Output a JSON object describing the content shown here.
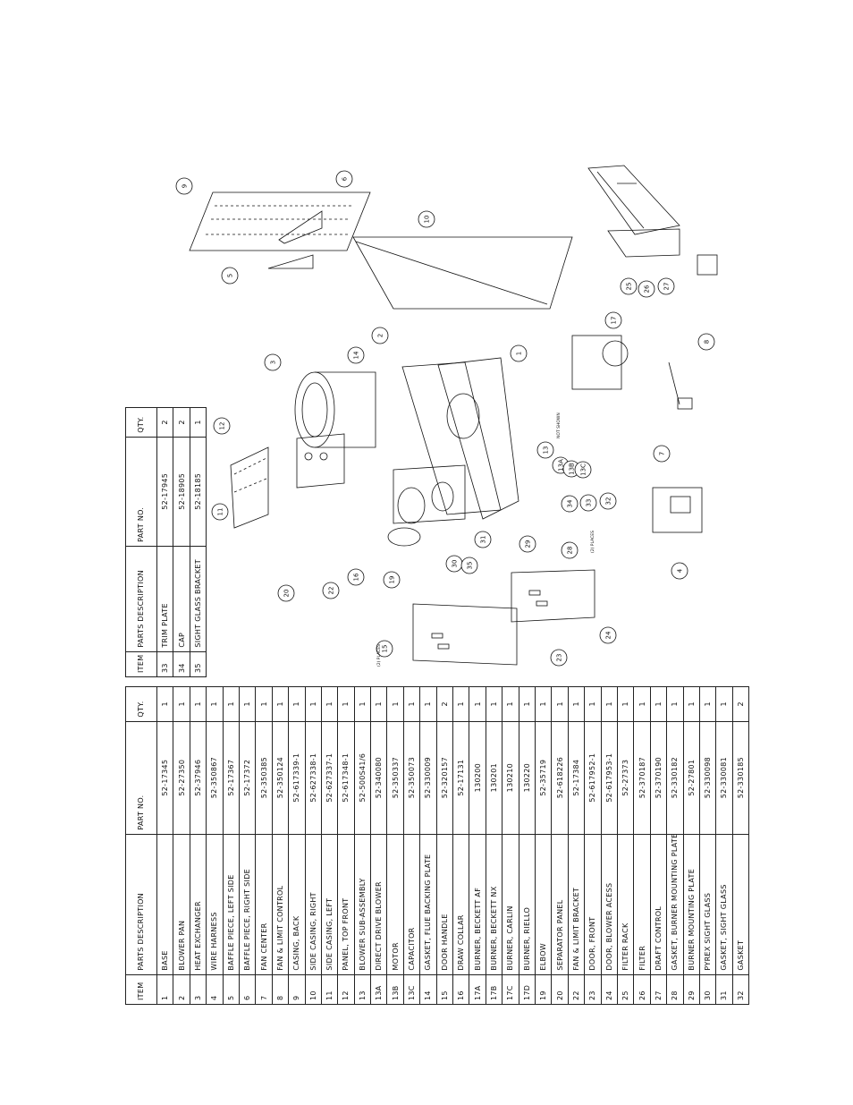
{
  "main_table": {
    "headers": {
      "item": "ITEM",
      "description": "PARTS DESCRIPTION",
      "part_no": "PART NO.",
      "qty": "QTY."
    },
    "rows": [
      {
        "item": "1",
        "description": "BASE",
        "part_no": "52-17345",
        "qty": "1"
      },
      {
        "item": "2",
        "description": "BLOWER PAN",
        "part_no": "52-27350",
        "qty": "1"
      },
      {
        "item": "3",
        "description": "HEAT EXCHANGER",
        "part_no": "52-37946",
        "qty": "1"
      },
      {
        "item": "4",
        "description": "WIRE HARNESS",
        "part_no": "52-350867",
        "qty": "1"
      },
      {
        "item": "5",
        "description": "BAFFLE PIECE, LEFT SIDE",
        "part_no": "52-17367",
        "qty": "1"
      },
      {
        "item": "6",
        "description": "BAFFLE PIECE, RIGHT SIDE",
        "part_no": "52-17372",
        "qty": "1"
      },
      {
        "item": "7",
        "description": "FAN CENTER",
        "part_no": "52-350385",
        "qty": "1"
      },
      {
        "item": "8",
        "description": "FAN & LIMIT CONTROL",
        "part_no": "52-350124",
        "qty": "1"
      },
      {
        "item": "9",
        "description": "CASING, BACK",
        "part_no": "52-617339-1",
        "qty": "1"
      },
      {
        "item": "10",
        "description": "SIDE CASING, RIGHT",
        "part_no": "52-627338-1",
        "qty": "1"
      },
      {
        "item": "11",
        "description": "SIDE CASING, LEFT",
        "part_no": "52-627337-1",
        "qty": "1"
      },
      {
        "item": "12",
        "description": "PANEL, TOP FRONT",
        "part_no": "52-617348-1",
        "qty": "1"
      },
      {
        "item": "13",
        "description": "BLOWER SUB-ASSEMBLY",
        "part_no": "52-500S41/6",
        "qty": "1"
      },
      {
        "item": "13A",
        "description": "DIRECT DRIVE BLOWER",
        "part_no": "52-340080",
        "qty": "1"
      },
      {
        "item": "13B",
        "description": "MOTOR",
        "part_no": "52-350337",
        "qty": "1"
      },
      {
        "item": "13C",
        "description": "CAPACITOR",
        "part_no": "52-350073",
        "qty": "1"
      },
      {
        "item": "14",
        "description": "GASKET, FLUE BACKING PLATE",
        "part_no": "52-330009",
        "qty": "1"
      },
      {
        "item": "15",
        "description": "DOOR HANDLE",
        "part_no": "52-320157",
        "qty": "2"
      },
      {
        "item": "16",
        "description": "DRAW COLLAR",
        "part_no": "52-17131",
        "qty": "1"
      },
      {
        "item": "17A",
        "description": "BURNER, BECKETT AF",
        "part_no": "130200",
        "qty": "1"
      },
      {
        "item": "17B",
        "description": "BURNER, BECKETT NX",
        "part_no": "130201",
        "qty": "1"
      },
      {
        "item": "17C",
        "description": "BURNER, CARLIN",
        "part_no": "130210",
        "qty": "1"
      },
      {
        "item": "17D",
        "description": "BURNER, RIELLO",
        "part_no": "130220",
        "qty": "1"
      },
      {
        "item": "19",
        "description": "ELBOW",
        "part_no": "52-35719",
        "qty": "1"
      },
      {
        "item": "20",
        "description": "SEPARATOR PANEL",
        "part_no": "52-618226",
        "qty": "1"
      },
      {
        "item": "22",
        "description": "FAN & LIMIT BRACKET",
        "part_no": "52-17384",
        "qty": "1"
      },
      {
        "item": "23",
        "description": "DOOR, FRONT",
        "part_no": "52-617952-1",
        "qty": "1"
      },
      {
        "item": "24",
        "description": "DOOR, BLOWER ACESS",
        "part_no": "52-617953-1",
        "qty": "1"
      },
      {
        "item": "25",
        "description": "FILTER RACK",
        "part_no": "52-27373",
        "qty": "1"
      },
      {
        "item": "26",
        "description": "FILTER",
        "part_no": "52-370187",
        "qty": "1"
      },
      {
        "item": "27",
        "description": "DRAFT CONTROL",
        "part_no": "52-370190",
        "qty": "1"
      },
      {
        "item": "28",
        "description": "GASKET, BURNER MOUNTING PLATE",
        "part_no": "52-330182",
        "qty": "1"
      },
      {
        "item": "29",
        "description": "BURNER MOUNTING PLATE",
        "part_no": "52-27801",
        "qty": "1"
      },
      {
        "item": "30",
        "description": "PYREX SIGHT GLASS",
        "part_no": "52-330098",
        "qty": "1"
      },
      {
        "item": "31",
        "description": "GASKET, SIGHT GLASS",
        "part_no": "52-330081",
        "qty": "1"
      },
      {
        "item": "32",
        "description": "GASKET",
        "part_no": "52-330185",
        "qty": "2"
      }
    ]
  },
  "small_table": {
    "headers": {
      "item": "ITEM",
      "description": "PARTS DESCRIPTION",
      "part_no": "PART NO.",
      "qty": "QTY."
    },
    "rows": [
      {
        "item": "33",
        "description": "TRIM PLATE",
        "part_no": "52-17945",
        "qty": "2"
      },
      {
        "item": "34",
        "description": "CAP",
        "part_no": "52-18905",
        "qty": "2"
      },
      {
        "item": "35",
        "description": "SIGHT GLASS BRACKET",
        "part_no": "52-18185",
        "qty": "1"
      }
    ]
  },
  "drawing": {
    "callouts": [
      "1",
      "2",
      "3",
      "4",
      "5",
      "6",
      "7",
      "8",
      "9",
      "10",
      "11",
      "12",
      "13",
      "13A",
      "13B",
      "13C",
      "14",
      "15",
      "16",
      "17",
      "19",
      "20",
      "22",
      "23",
      "24",
      "25",
      "26",
      "27",
      "28",
      "29",
      "30",
      "31",
      "32",
      "33",
      "34",
      "35"
    ],
    "notes": {
      "not_shown": "NOT SHOWN",
      "two_places_doors": "(2) PLACES",
      "two_places_gaskets": "(2) PLACES"
    }
  }
}
